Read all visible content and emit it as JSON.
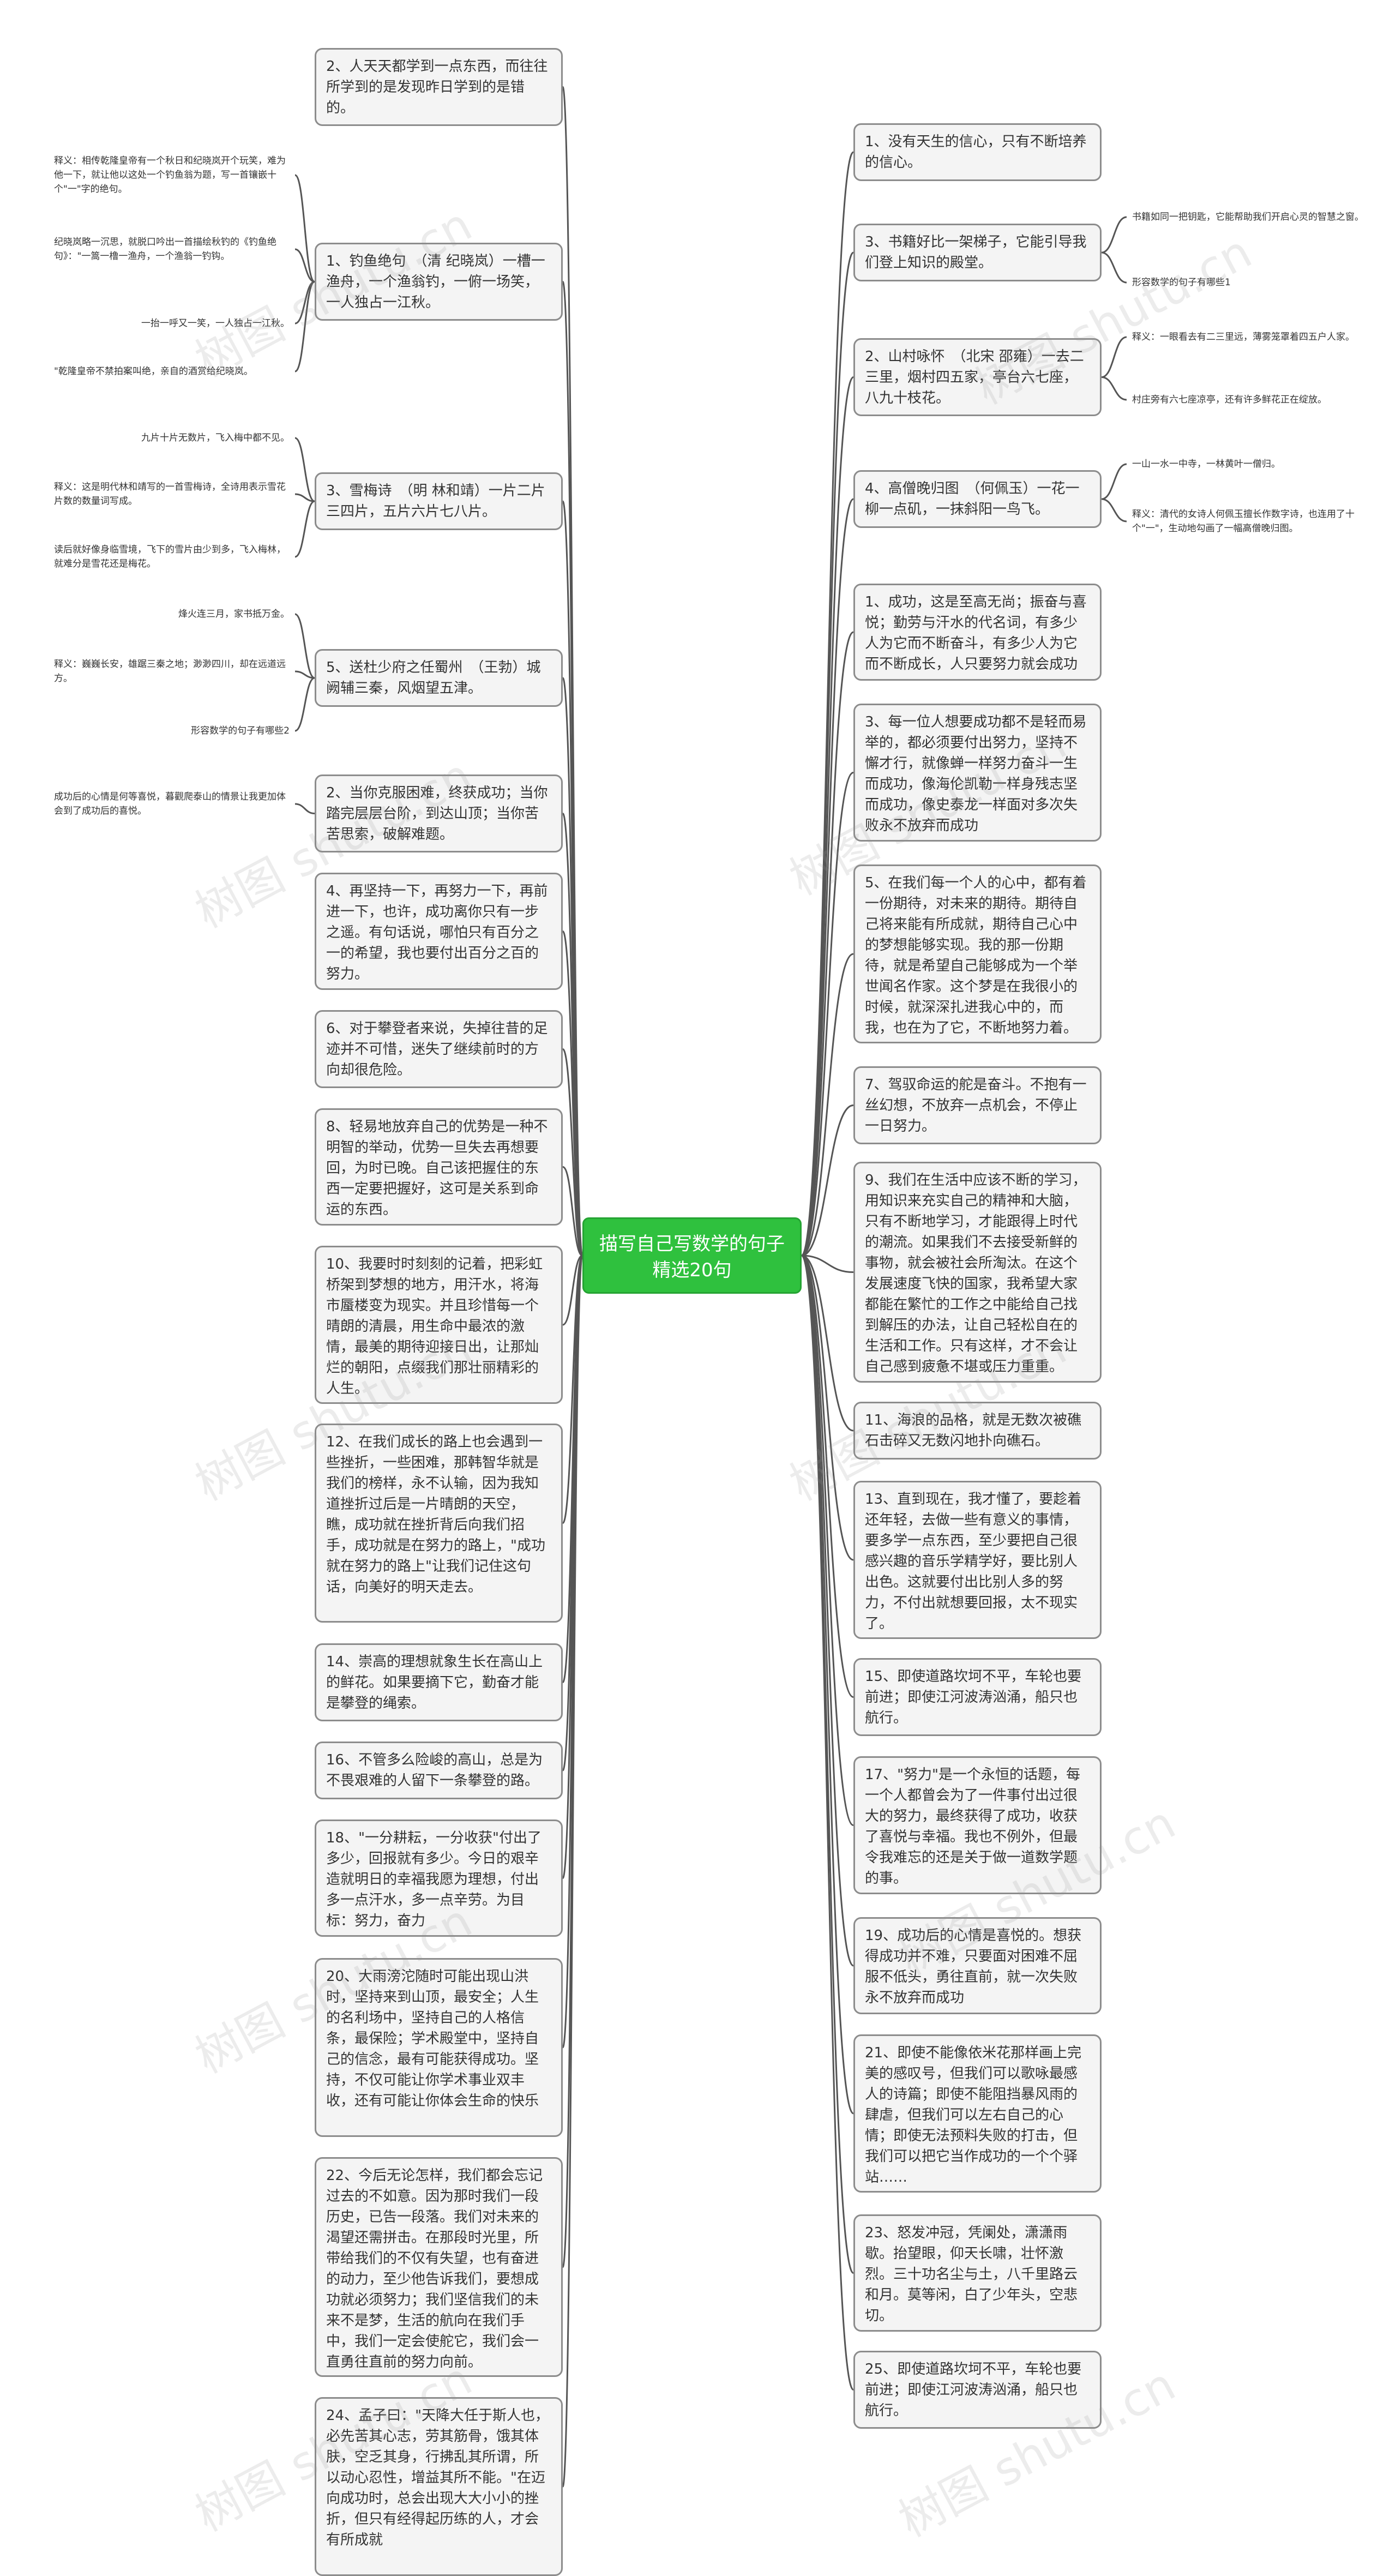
{
  "center": "描写自己写数学的句子精选20句",
  "left": [
    {
      "text": "2、人天天都学到一点东西，而往往所学到的是发现昨日学到的是错的。",
      "leaves": []
    },
    {
      "text": "1、钓鱼绝句　（清 纪晓岚）一槽一渔舟，一个渔翁钓，一俯一场笑，一人独占一江秋。",
      "leaves": [
        "释义：相传乾隆皇帝有一个秋日和纪晓岚开个玩笑，难为他一下，就让他以这处一个钓鱼翁为题，写一首镶嵌十个\"一\"字的绝句。",
        "纪晓岚略一沉思，就脱口吟出一首描绘秋钓的《钓鱼绝句》：\"一篙一橹一渔舟，一个渔翁一钓钩。",
        "一抬一呼又一笑，一人独占一江秋。",
        "\"乾隆皇帝不禁拍案叫绝，亲自的酒赏给纪晓岚。"
      ]
    },
    {
      "text": "3、雪梅诗　（明 林和靖）一片二片三四片，五片六片七八片。",
      "leaves": [
        "九片十片无数片，飞入梅中都不见。",
        "释义：这是明代林和靖写的一首雪梅诗，全诗用表示雪花片数的数量词写成。",
        "读后就好像身临雪境，飞下的雪片由少到多，飞入梅林，就难分是雪花还是梅花。"
      ]
    },
    {
      "text": "5、送杜少府之任蜀州　（王勃）城阙辅三秦，风烟望五津。",
      "leaves": [
        "烽火连三月，家书抵万金。",
        "释义：巍巍长安，雄踞三秦之地；渺渺四川，却在远道远方。",
        "形容数学的句子有哪些2"
      ]
    },
    {
      "text": "2、当你克服困难，终获成功；当你踏完层层台阶，到达山顶；当你苦苦思索，破解难题。",
      "leaves": [
        "成功后的心情是何等喜悦，暮觀爬泰山的情景让我更加体会到了成功后的喜悦。"
      ]
    },
    {
      "text": "4、再坚持一下，再努力一下，再前进一下，也许，成功离你只有一步之遥。有句话说，哪怕只有百分之一的希望，我也要付出百分之百的努力。",
      "leaves": []
    },
    {
      "text": "6、对于攀登者来说，失掉往昔的足迹并不可惜，迷失了继续前时的方向却很危险。",
      "leaves": []
    },
    {
      "text": "8、轻易地放弃自己的优势是一种不明智的举动，优势一旦失去再想要回，为时已晚。自己该把握住的东西一定要把握好，这可是关系到命运的东西。",
      "leaves": []
    },
    {
      "text": "10、我要时时刻刻的记着，把彩虹桥架到梦想的地方，用汗水，将海市蜃楼变为现实。并且珍惜每一个晴朗的清晨，用生命中最浓的激情，最美的期待迎接日出，让那灿烂的朝阳，点缀我们那壮丽精彩的人生。",
      "leaves": []
    },
    {
      "text": "12、在我们成长的路上也会遇到一些挫折，一些困难，那韩智华就是我们的榜样，永不认输，因为我知道挫折过后是一片晴朗的天空，瞧，成功就在挫折背后向我们招手，成功就是在努力的路上，\"成功就在努力的路上\"让我们记住这句话，向美好的明天走去。",
      "leaves": []
    },
    {
      "text": "14、崇高的理想就象生长在高山上的鲜花。如果要摘下它，勤奋才能是攀登的绳索。",
      "leaves": []
    },
    {
      "text": "16、不管多么险峻的高山，总是为不畏艰难的人留下一条攀登的路。",
      "leaves": []
    },
    {
      "text": "18、\"一分耕耘，一分收获\"付出了多少，回报就有多少。今日的艰辛造就明日的幸福我愿为理想，付出多一点汗水，多一点辛劳。为目标：努力，奋力",
      "leaves": []
    },
    {
      "text": "20、大雨滂沱随时可能出现山洪时，坚持来到山顶，最安全；人生的名利场中，坚持自己的人格信条，最保险；学术殿堂中，坚持自己的信念，最有可能获得成功。坚持，不仅可能让你学术事业双丰收，还有可能让你体会生命的快乐",
      "leaves": []
    },
    {
      "text": "22、今后无论怎样，我们都会忘记过去的不如意。因为那时我们一段历史，已告一段落。我们对未来的渴望还需拼击。在那段时光里，所带给我们的不仅有失望，也有奋进的动力，至少他告诉我们，要想成功就必须努力；我们坚信我们的未来不是梦，生活的航向在我们手中，我们一定会使舵它，我们会一直勇往直前的努力向前。",
      "leaves": []
    },
    {
      "text": "24、孟子曰：\"天降大任于斯人也，必先苦其心志，劳其筋骨，饿其体肤，空乏其身，行拂乱其所谓，所以动心忍性，增益其所不能。\"在迈向成功时，总会出现大大小小的挫折，但只有经得起历练的人，才会有所成就",
      "leaves": []
    }
  ],
  "right": [
    {
      "text": "1、没有天生的信心，只有不断培养的信心。",
      "leaves": []
    },
    {
      "text": "3、书籍好比一架梯子，它能引导我们登上知识的殿堂。",
      "leaves": [
        "书籍如同一把钥匙，它能帮助我们开启心灵的智慧之窗。",
        "形容数学的句子有哪些1"
      ]
    },
    {
      "text": "2、山村咏怀　（北宋 邵雍）一去二三里，烟村四五家，亭台六七座，八九十枝花。",
      "leaves": [
        "释义：一眼看去有二三里远，薄雾笼罩着四五户人家。",
        "村庄旁有六七座凉亭，还有许多鲜花正在绽放。"
      ]
    },
    {
      "text": "4、高僧晚归图　（何佩玉）一花一柳一点矶，一抹斜阳一鸟飞。",
      "leaves": [
        "一山一水一中寺，一林黄叶一僧归。",
        "释义：清代的女诗人何佩玉擅长作数字诗，也连用了十个\"一\"，生动地勾画了一幅高僧晚归图。"
      ]
    },
    {
      "text": "1、成功，这是至高无尚；振奋与喜悦；勤劳与汗水的代名词，有多少人为它而不断奋斗，有多少人为它而不断成长，人只要努力就会成功",
      "leaves": []
    },
    {
      "text": "3、每一位人想要成功都不是轻而易举的，都必须要付出努力，坚持不懈才行，就像蝉一样努力奋斗一生而成功，像海伦凯勒一样身残志坚而成功，像史泰龙一样面对多次失败永不放弃而成功",
      "leaves": []
    },
    {
      "text": "5、在我们每一个人的心中，都有着一份期待，对未来的期待。期待自己将来能有所成就，期待自己心中的梦想能够实现。我的那一份期待，就是希望自己能够成为一个举世闻名作家。这个梦是在我很小的时候，就深深扎进我心中的，而我，也在为了它，不断地努力着。",
      "leaves": []
    },
    {
      "text": "7、驾驭命运的舵是奋斗。不抱有一丝幻想，不放弃一点机会，不停止一日努力。",
      "leaves": []
    },
    {
      "text": "9、我们在生活中应该不断的学习，用知识来充实自己的精神和大脑，只有不断地学习，才能跟得上时代的潮流。如果我们不去接受新鲜的事物，就会被社会所淘汰。在这个发展速度飞快的国家，我希望大家都能在繁忙的工作之中能给自己找到解压的办法，让自己轻松自在的生活和工作。只有这样，才不会让自己感到疲惫不堪或压力重重。",
      "leaves": []
    },
    {
      "text": "11、海浪的品格，就是无数次被礁石击碎又无数闪地扑向礁石。",
      "leaves": []
    },
    {
      "text": "13、直到现在，我才懂了，要趁着还年轻，去做一些有意义的事情，要多学一点东西，至少要把自己很感兴趣的音乐学精学好，要比别人出色。这就要付出比别人多的努力，不付出就想要回报，太不现实了。",
      "leaves": []
    },
    {
      "text": "15、即使道路坎坷不平，车轮也要前进；即使江河波涛汹涌，船只也航行。",
      "leaves": []
    },
    {
      "text": "17、\"努力\"是一个永恒的话题，每一个人都曾会为了一件事付出过很大的努力，最终获得了成功，收获了喜悦与幸福。我也不例外，但最令我难忘的还是关于做一道数学题的事。",
      "leaves": []
    },
    {
      "text": "19、成功后的心情是喜悦的。想获得成功并不难，只要面对困难不屈服不低头，勇往直前，就一次失败永不放弃而成功",
      "leaves": []
    },
    {
      "text": "21、即使不能像依米花那样画上完美的感叹号，但我们可以歌咏最感人的诗篇；即使不能阻挡暴风雨的肆虐，但我们可以左右自己的心情；即使无法预料失败的打击，但我们可以把它当作成功的一个个驿站……",
      "leaves": []
    },
    {
      "text": "23、怒发冲冠，凭阑处，潇潇雨歇。抬望眼，仰天长啸，壮怀激烈。三十功名尘与土，八千里路云和月。莫等闲，白了少年头，空悲切。",
      "leaves": []
    },
    {
      "text": "25、即使道路坎坷不平，车轮也要前进；即使江河波涛汹涌，船只也航行。",
      "leaves": []
    }
  ],
  "watermark": "树图 shutu.cn",
  "colors": {
    "center_fill": "#2fc13e",
    "link": "#555555",
    "node_border": "#8c8c8c",
    "node_fill": "#f4f4f4"
  }
}
